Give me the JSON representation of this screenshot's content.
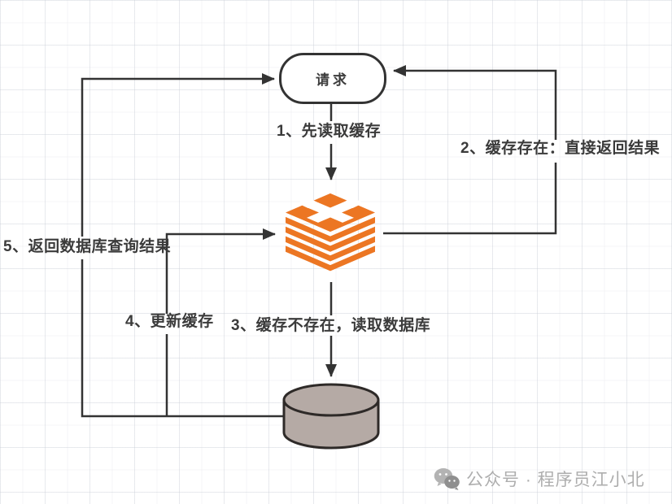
{
  "nodes": {
    "request": {
      "label": "请求",
      "shape": "rounded-rectangle"
    },
    "cache": {
      "icon": "redis-stack-icon",
      "color": "#EC7623"
    },
    "database": {
      "icon": "database-cylinder-icon",
      "fill": "#B5AAA5"
    }
  },
  "edges": [
    {
      "id": "1",
      "label": "1、先读取缓存",
      "from": "request",
      "to": "cache"
    },
    {
      "id": "2",
      "label": "2、缓存存在：直接返回结果",
      "from": "cache",
      "to": "request"
    },
    {
      "id": "3",
      "label": "3、缓存不存在，读取数据库",
      "from": "cache",
      "to": "database"
    },
    {
      "id": "4",
      "label": "4、更新缓存",
      "from": "database",
      "to": "cache"
    },
    {
      "id": "5",
      "label": "5、返回数据库查询结果",
      "from": "database",
      "to": "request"
    }
  ],
  "watermark": {
    "icon": "wechat-icon",
    "text": "公众号 · 程序员江小北"
  },
  "colors": {
    "arrow_stroke": "#333333",
    "node_border": "#333333",
    "label_text": "#3B3B3B",
    "redis_orange": "#EC7623",
    "database_fill": "#B5AAA5",
    "database_stroke": "#2E2A28",
    "watermark_gray": "#AEAEAE",
    "grid_line": "#E8EAEE",
    "background": "#FFFFFF"
  }
}
